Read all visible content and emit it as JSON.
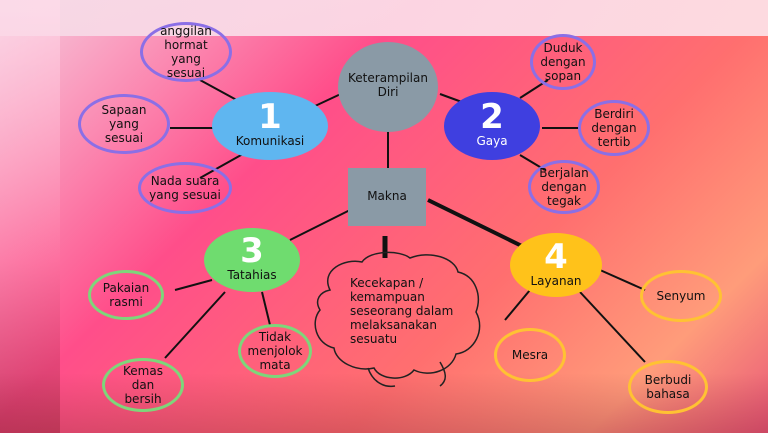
{
  "center": {
    "label": "Keterampilan\nDiri"
  },
  "makna": {
    "label": "Makna"
  },
  "hubs": [
    {
      "number": "1",
      "label": "Komunikasi",
      "color": "#5fb6f0"
    },
    {
      "number": "2",
      "label": "Gaya",
      "color": "#3f3fe0"
    },
    {
      "number": "3",
      "label": "Tatahias",
      "color": "#6fdc6f"
    },
    {
      "number": "4",
      "label": "Layanan",
      "color": "#ffc21a"
    }
  ],
  "komunikasi_items": [
    "anggilan hormat yang sesuai",
    "Sapaan yang sesuai",
    "Nada suara yang sesuai"
  ],
  "gaya_items": [
    "Duduk dengan sopan",
    "Berdiri dengan tertib",
    "Berjalan dengan tegak"
  ],
  "tatahias_items": [
    "Pakaian rasmi",
    "Tidak menjolok mata",
    "Kemas dan bersih"
  ],
  "layanan_items": [
    "Senyum",
    "Mesra",
    "Berbudi bahasa"
  ],
  "makna_text": "Kecekapan / kemampuan seseorang dalam melaksanakan sesuatu"
}
